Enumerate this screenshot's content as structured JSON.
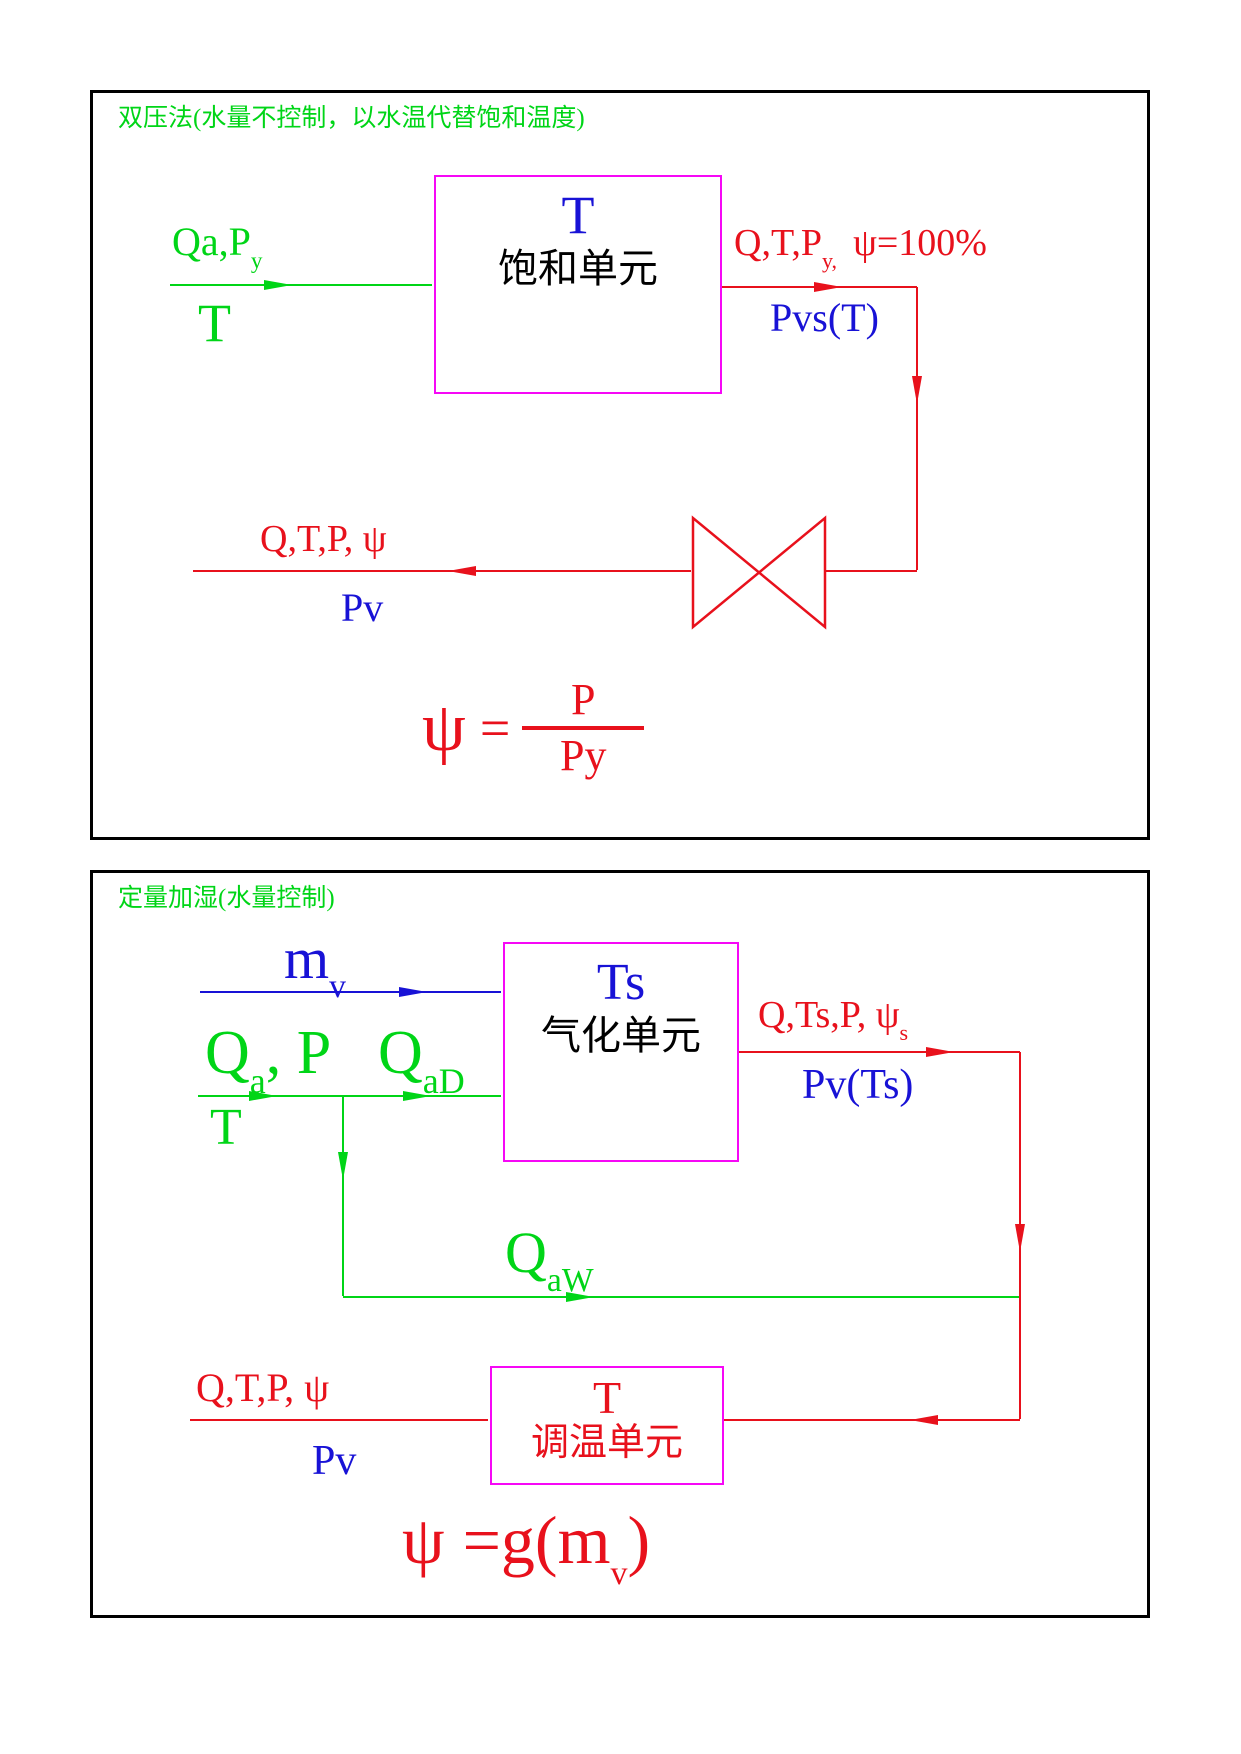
{
  "colors": {
    "flow_green": "#00d517",
    "flow_red": "#e8111c",
    "flow_blue": "#1812d6",
    "box_magenta": "#f608f6",
    "panel_border": "#000000"
  },
  "panel1": {
    "title": "双压法(水量不控制，以水温代替饱和温度)",
    "input": {
      "main": "Qa,P",
      "sub": "y",
      "below": "T"
    },
    "box": {
      "line1": "T",
      "line2": "饱和单元"
    },
    "output": {
      "a": "Q,T,P",
      "sub": "y,",
      "b": "ψ=100%",
      "below": "Pvs(T)"
    },
    "return_line": {
      "above": "Q,T,P, ψ",
      "below": "Pv"
    },
    "formula": {
      "lhs": "ψ",
      "eq": "=",
      "num": "P",
      "den": "Py"
    }
  },
  "panel2": {
    "title": "定量加湿(水量控制)",
    "water": {
      "main": "m",
      "sub": "v"
    },
    "air_in": {
      "q1": "Q",
      "q1sub": "a",
      "q1rest": ", P",
      "below": "T",
      "q2": "Q",
      "q2sub": "aD"
    },
    "box_vapor": {
      "line1": "Ts",
      "line2": "气化单元"
    },
    "output": {
      "a": "Q,Ts,P, ψ",
      "sub": "s",
      "below": "Pv(Ts)"
    },
    "bypass": {
      "main": "Q",
      "sub": "aW"
    },
    "box_temp": {
      "line1": "T",
      "line2": "调温单元"
    },
    "return_line": {
      "above": "Q,T,P, ψ",
      "below": "Pv"
    },
    "formula": {
      "lhs": "ψ",
      "eq": "=g(",
      "m": "m",
      "sub": "v",
      "close": ")"
    }
  }
}
